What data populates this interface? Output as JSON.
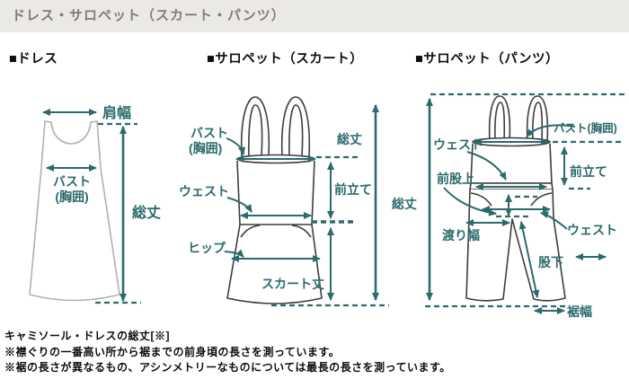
{
  "header": {
    "title": "ドレス・サロペット（スカート・パンツ）"
  },
  "sections": {
    "dress": {
      "heading": "■ドレス",
      "labels": {
        "shoulder_width": "肩幅",
        "bust_line1": "バスト",
        "bust_line2": "(胸囲)",
        "total_length": "総丈"
      }
    },
    "salopette_skirt": {
      "heading": "■サロペット（スカート）",
      "labels": {
        "bust_line1": "バスト",
        "bust_line2": "(胸囲)",
        "waist": "ウェスト",
        "hip": "ヒップ",
        "skirt_length": "スカート丈",
        "front_placket": "前立て",
        "total_length": "総丈"
      }
    },
    "salopette_pants": {
      "heading": "■サロペット（パンツ）",
      "labels": {
        "bust": "バスト(胸囲)",
        "waist_upper": "ウェスト",
        "front_placket": "前立て",
        "front_rise": "前股上",
        "thigh_width": "渡り幅",
        "waist_lower": "ウェスト",
        "inseam": "股下",
        "hem_width": "裾幅",
        "total_length": "総丈"
      }
    }
  },
  "footer": {
    "note_title": "キャミソール・ドレスの総丈[※]",
    "note1": "※襟ぐりの一番高い所から裾までの前身頃の長さを測っています。",
    "note2": "※裾の長さが異なるもの、アシンメトリーなものについては最長の長さを測っています。"
  },
  "colors": {
    "accent_teal": "#2b6b6d",
    "garment_light_outline": "#b3b1af",
    "garment_dark_outline": "#3d3d3d",
    "header_background": "#ebe9e6",
    "header_text": "#807c78",
    "body_text": "#0d0d0d"
  }
}
